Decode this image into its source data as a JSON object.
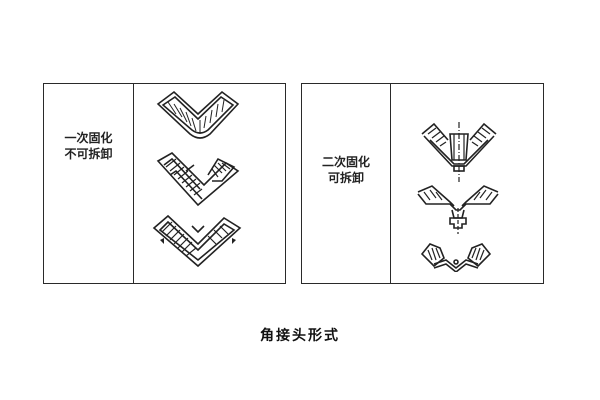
{
  "panels": [
    {
      "label_lines": [
        "一次固化",
        "不可拆卸"
      ],
      "figures": [
        "corner-joint-bonded-rounded",
        "corner-joint-bonded-lap",
        "corner-joint-bonded-reinforced"
      ]
    },
    {
      "label_lines": [
        "二次固化",
        "可拆卸"
      ],
      "figures": [
        "corner-joint-bolted-insert",
        "corner-joint-bolted-y-bracket",
        "corner-joint-clamped-w"
      ]
    }
  ],
  "caption": "角接头形式",
  "colors": {
    "line": "#2a2a2a",
    "background": "#ffffff"
  }
}
